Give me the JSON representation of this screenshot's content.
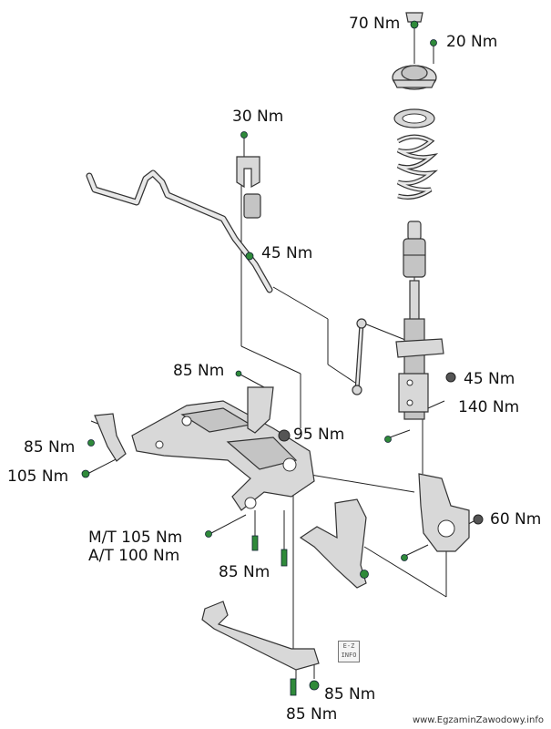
{
  "torque_labels": {
    "top_nut": "70 Nm",
    "mount_bolts": "20 Nm",
    "stabilizer_clamp": "30 Nm",
    "stabilizer_link_upper": "45 Nm",
    "strut_link_nut": "45 Nm",
    "crossmember_bolt": "85 Nm",
    "knuckle_bolts": "140 Nm",
    "bushing_bolt": "85 Nm",
    "bushing_bracket": "105 Nm",
    "ball_joint_nut": "95 Nm",
    "knuckle_nut": "60 Nm",
    "mt_bolt": "M/T 105 Nm",
    "at_bolt": "A/T 100 Nm",
    "lower_arm_bolt": "85 Nm",
    "brace_bolt_right": "85 Nm",
    "brace_bolt_bottom": "85 Nm"
  },
  "logo_text": "E-Z INFO",
  "watermark": "www.EgzaminZawodowy.info",
  "colors": {
    "bolt": "#2f8a3a",
    "line": "#222222",
    "part": "#d8d8d8"
  }
}
